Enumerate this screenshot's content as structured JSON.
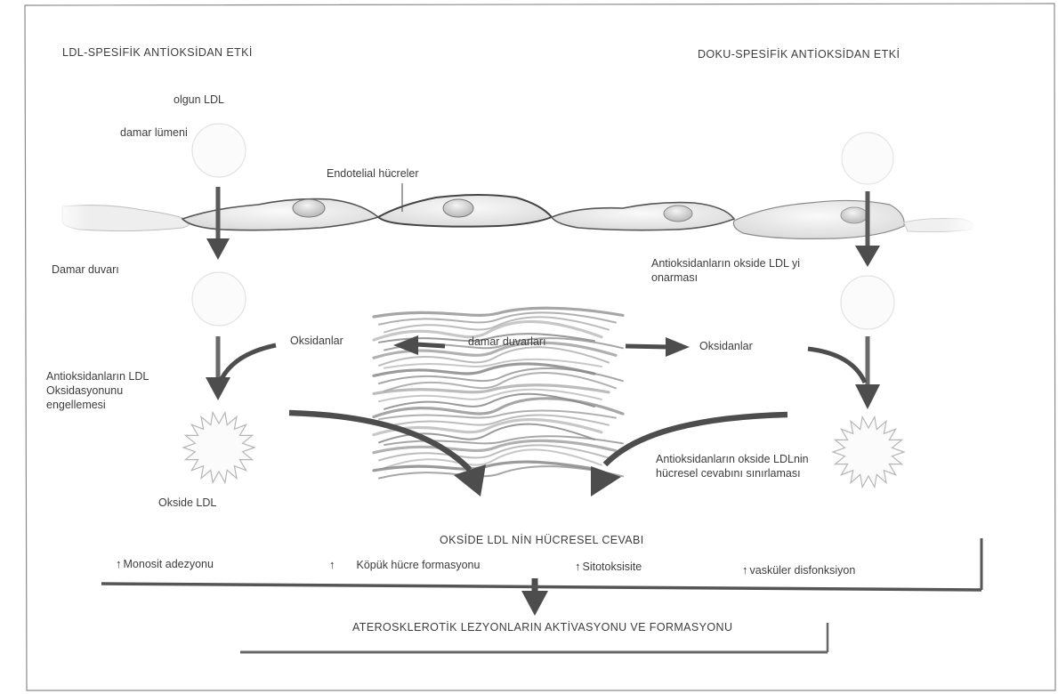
{
  "headings": {
    "left": "LDL-SPESİFİK ANTİOKSİDAN ETKİ",
    "right": "DOKU-SPESİFİK ANTİOKSİDAN ETKİ"
  },
  "labels": {
    "olgun_ldl": "olgun LDL",
    "damar_lumeni": "damar lümeni",
    "endotelial": "Endotelial hücreler",
    "damar_duvari": "Damar duvarı",
    "repair_line1": "Antioksidanların  okside LDL yi",
    "repair_line2": "onarması",
    "oksidanlar_left": "Oksidanlar",
    "damar_duvarlari": "damar duvarları",
    "oksidanlar_right": "Oksidanlar",
    "inhibit_line1": "Antioksidanların LDL",
    "inhibit_line2": "Oksidasyonunu",
    "inhibit_line3": "engellemesi",
    "limit_line1": "Antioksidanların okside LDLnin",
    "limit_line2": "hücresel cevabını sınırlaması",
    "okside_ldl": "Okside LDL"
  },
  "response": {
    "title": "OKSİDE LDL NİN HÜCRESEL CEVABI",
    "items": [
      {
        "arrow": "↑",
        "text": "Monosit adezyonu"
      },
      {
        "arrow": "↑",
        "text": "Köpük hücre formasyonu"
      },
      {
        "arrow": "↑",
        "text": "Sitotoksisite"
      },
      {
        "arrow": "↑",
        "text": "vasküler disfonksiyon"
      }
    ]
  },
  "result": "ATEROSKLEROTİK LEZYONLARIN AKTİVASYONU VE FORMASYONU",
  "colors": {
    "arrow": "#4d4d4d",
    "cell_outline": "#555555",
    "cell_fill": "#ececec",
    "text": "#3d3d3d"
  }
}
